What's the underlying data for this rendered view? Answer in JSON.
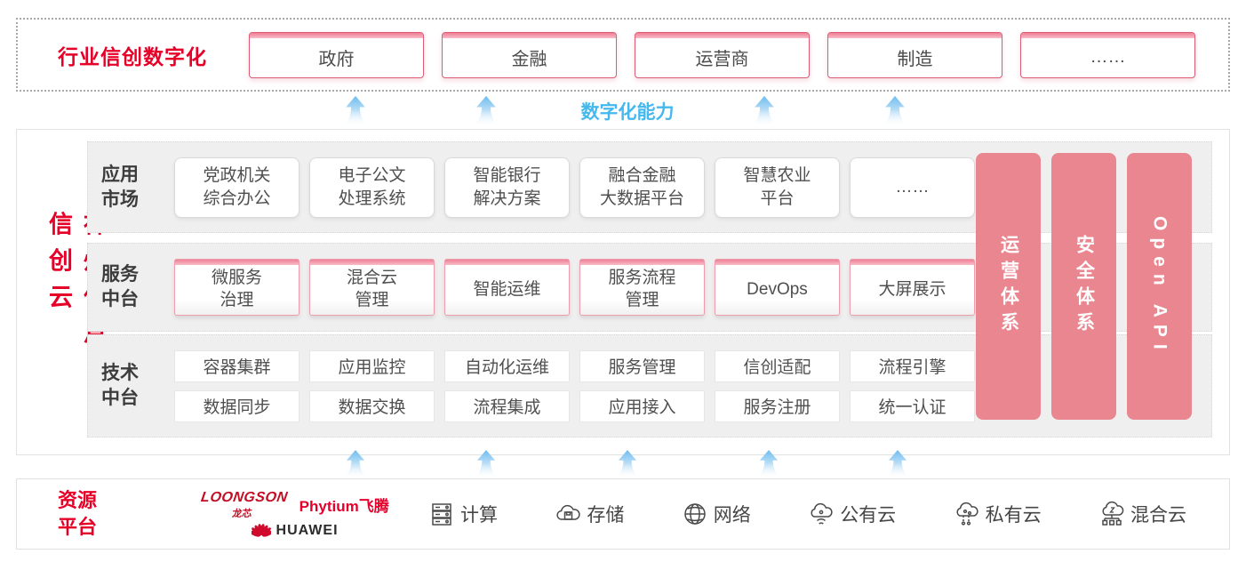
{
  "colors": {
    "accent_red": "#e60028",
    "pillar_pink": "#ea868f",
    "capability_blue": "#45b8ee",
    "box_border_pink": "#ef9cad"
  },
  "top_banner": {
    "label": "行业信创数字化",
    "industries": [
      "政府",
      "金融",
      "运营商",
      "制造",
      "……"
    ]
  },
  "capability": {
    "label": "数字化能力"
  },
  "platform": {
    "title": "神州信息信创云",
    "app_row": {
      "label": "应用\n市场",
      "items": [
        "党政机关\n综合办公",
        "电子公文\n处理系统",
        "智能银行\n解决方案",
        "融合金融\n大数据平台",
        "智慧农业\n平台",
        "……"
      ]
    },
    "service_row": {
      "label": "服务\n中台",
      "items": [
        "微服务\n治理",
        "混合云\n管理",
        "智能运维",
        "服务流程\n管理",
        "DevOps",
        "大屏展示"
      ]
    },
    "tech_row": {
      "label": "技术\n中台",
      "row1": [
        "容器集群",
        "应用监控",
        "自动化运维",
        "服务管理",
        "信创适配",
        "流程引擎"
      ],
      "row2": [
        "数据同步",
        "数据交换",
        "流程集成",
        "应用接入",
        "服务注册",
        "统一认证"
      ]
    },
    "pillars": [
      "运营体系",
      "安全体系",
      "Open API"
    ]
  },
  "resource": {
    "label": "资源\n平台",
    "vendors": {
      "loongson": "LOONGSON",
      "loongson_sub": "龙芯",
      "phytium": "Phytium飞腾",
      "huawei": "HUAWEI"
    },
    "items": [
      {
        "icon": "compute-icon",
        "label": "计算"
      },
      {
        "icon": "storage-icon",
        "label": "存储"
      },
      {
        "icon": "network-icon",
        "label": "网络"
      },
      {
        "icon": "public-cloud-icon",
        "label": "公有云"
      },
      {
        "icon": "private-cloud-icon",
        "label": "私有云"
      },
      {
        "icon": "hybrid-cloud-icon",
        "label": "混合云"
      }
    ]
  }
}
